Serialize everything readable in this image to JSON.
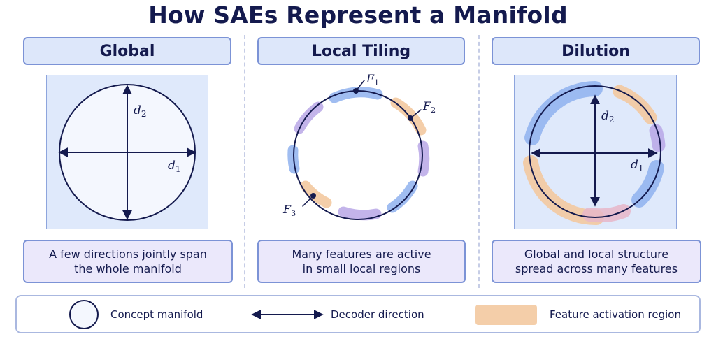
{
  "title": "How SAEs Represent a Manifold",
  "panels": [
    {
      "heading": "Global",
      "caption_line1": "A few directions jointly span",
      "caption_line2": "the whole manifold",
      "axis_labels": {
        "vertical": "d",
        "vertical_sub": "2",
        "horizontal": "d",
        "horizontal_sub": "1"
      }
    },
    {
      "heading": "Local Tiling",
      "caption_line1": "Many features are active",
      "caption_line2": "in small local regions",
      "feature_labels": [
        {
          "base": "F",
          "sub": "1"
        },
        {
          "base": "F",
          "sub": "2"
        },
        {
          "base": "F",
          "sub": "3"
        }
      ]
    },
    {
      "heading": "Dilution",
      "caption_line1": "Global and local structure",
      "caption_line2": "spread across many features",
      "axis_labels": {
        "vertical": "d",
        "vertical_sub": "2",
        "horizontal": "d",
        "horizontal_sub": "1"
      }
    }
  ],
  "legend": {
    "manifold_label": "Concept manifold",
    "direction_label": "Decoder direction",
    "activation_label": "Feature activation region"
  },
  "colors": {
    "navy": "#141a4e",
    "blue_region": "#8fb2ef",
    "purple_region": "#b9a7e6",
    "orange_region": "#f3c9a0",
    "panel_fill": "#dfe9fb",
    "header_fill": "#dde7fa",
    "caption_fill": "#ebe8fb"
  }
}
